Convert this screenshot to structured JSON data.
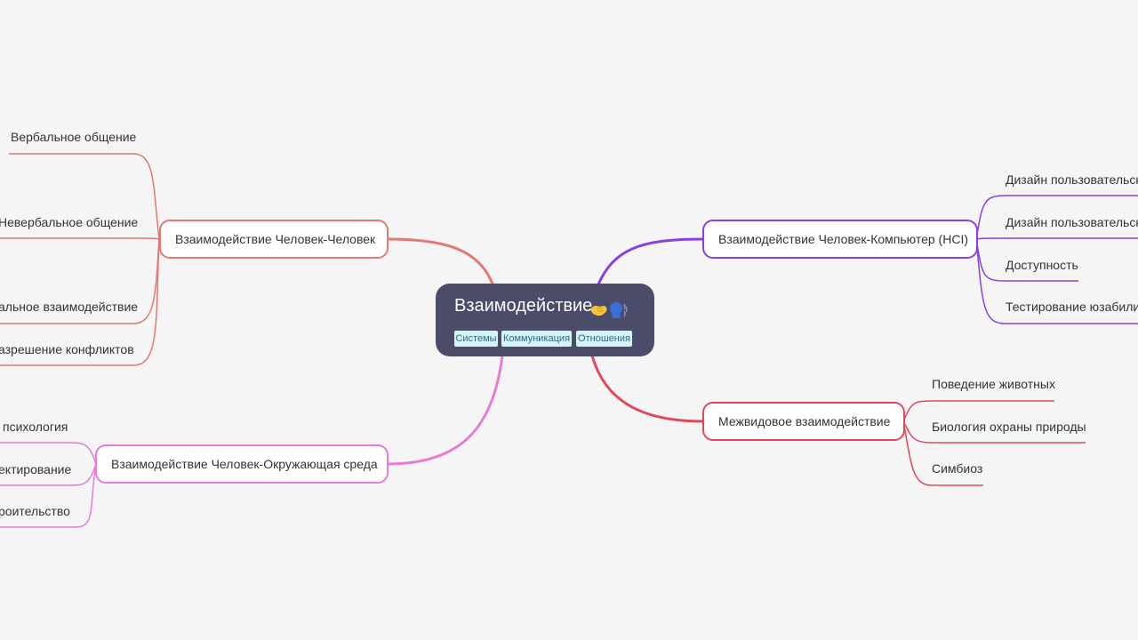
{
  "root": {
    "title": "Взаимодействие",
    "tags": [
      "Системы",
      "Коммуникация",
      "Отношения"
    ]
  },
  "branches": {
    "b1": {
      "label": "Взаимодействие Человек-Человек",
      "color": "#e07a72",
      "children": [
        "Вербальное общение",
        "Невербальное общение",
        "альное взаимодействие",
        "азрешение конфликтов"
      ]
    },
    "b2": {
      "label": "Взаимодействие Человек-Окружающая среда",
      "color": "#e87ad6",
      "children": [
        "психология",
        "ектирование",
        "роительство"
      ]
    },
    "b3": {
      "label": "Взаимодействие Человек-Компьютер (HCI)",
      "color": "#8a3ee8",
      "children": [
        "Дизайн пользовательск",
        "Дизайн пользовательск",
        "Доступность",
        "Тестирование юзабилит"
      ]
    },
    "b4": {
      "label": "Межвидовое взаимодействие",
      "color": "#e0485a",
      "children": [
        "Поведение животных",
        "Биология охраны природы",
        "Симбиоз"
      ]
    }
  }
}
